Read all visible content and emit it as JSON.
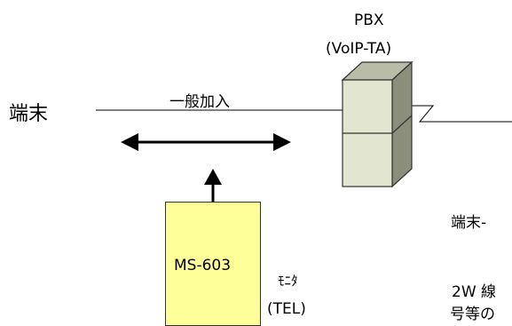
{
  "pbx": {
    "title": "PBX",
    "subtitle": "(VoIP-TA)"
  },
  "terminal_label": "端末",
  "line_label": "一般加入",
  "ms_label": "MS-603",
  "monitor": {
    "line1": "ﾓﾆﾀ",
    "line2": "(TEL)"
  },
  "note_lines": [
    "端末-",
    "2W 線",
    "号等の"
  ],
  "colors": {
    "box_fill": "#ffff99",
    "pbx_front": "#e2e6d0",
    "pbx_side": "#8a8e7a",
    "pbx_top": "#b9bda8"
  }
}
